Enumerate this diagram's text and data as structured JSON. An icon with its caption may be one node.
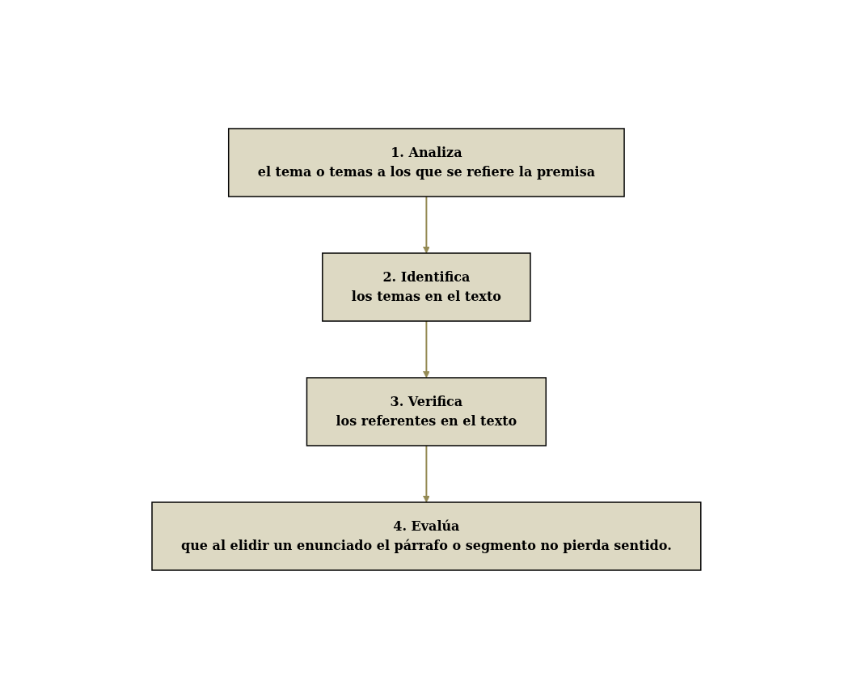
{
  "diagram": {
    "nodes": [
      {
        "text": [
          "1. Analiza",
          "el tema o temas a los que se refiere la premisa"
        ]
      },
      {
        "text": [
          "2. Identifica",
          "los temas en el texto"
        ]
      },
      {
        "text": [
          "3. Verifica",
          "los referentes en el texto"
        ]
      },
      {
        "text": [
          "4. Evalúa",
          "que al elidir un enunciado el párrafo o segmento no pierda sentido."
        ]
      }
    ],
    "edges": [
      {
        "from": 0,
        "to": 1,
        "arrow": "to"
      },
      {
        "from": 1,
        "to": 2,
        "arrow": "to"
      },
      {
        "from": 2,
        "to": 3,
        "arrow": "to"
      }
    ]
  }
}
